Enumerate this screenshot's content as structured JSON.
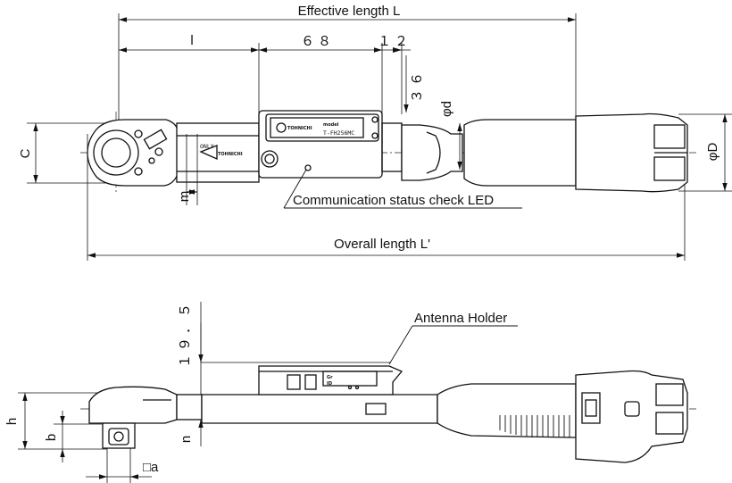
{
  "top_view": {
    "effective_length": "Effective length L",
    "dim_l": "l",
    "dim_68": "６８",
    "dim_12": "１２",
    "dim_36": "３６",
    "dim_phi_d": "φd",
    "dim_phi_D": "φD",
    "dim_C": "C",
    "dim_m": "m",
    "only_mark": "ONLY",
    "brand_head": "TOHNICHI",
    "brand_panel": "TOHNICHI",
    "model_label": "model",
    "model_number": "T-FH256MC",
    "led_callout": "Communication status check LED",
    "overall_length": "Overall length L'"
  },
  "side_view": {
    "dim_19_5": "１９．５",
    "antenna_holder": "Antenna Holder",
    "dim_h": "h",
    "dim_b": "b",
    "dim_n": "n",
    "dim_a": "□a",
    "panel_gr": "Gr",
    "panel_id": "ID"
  }
}
